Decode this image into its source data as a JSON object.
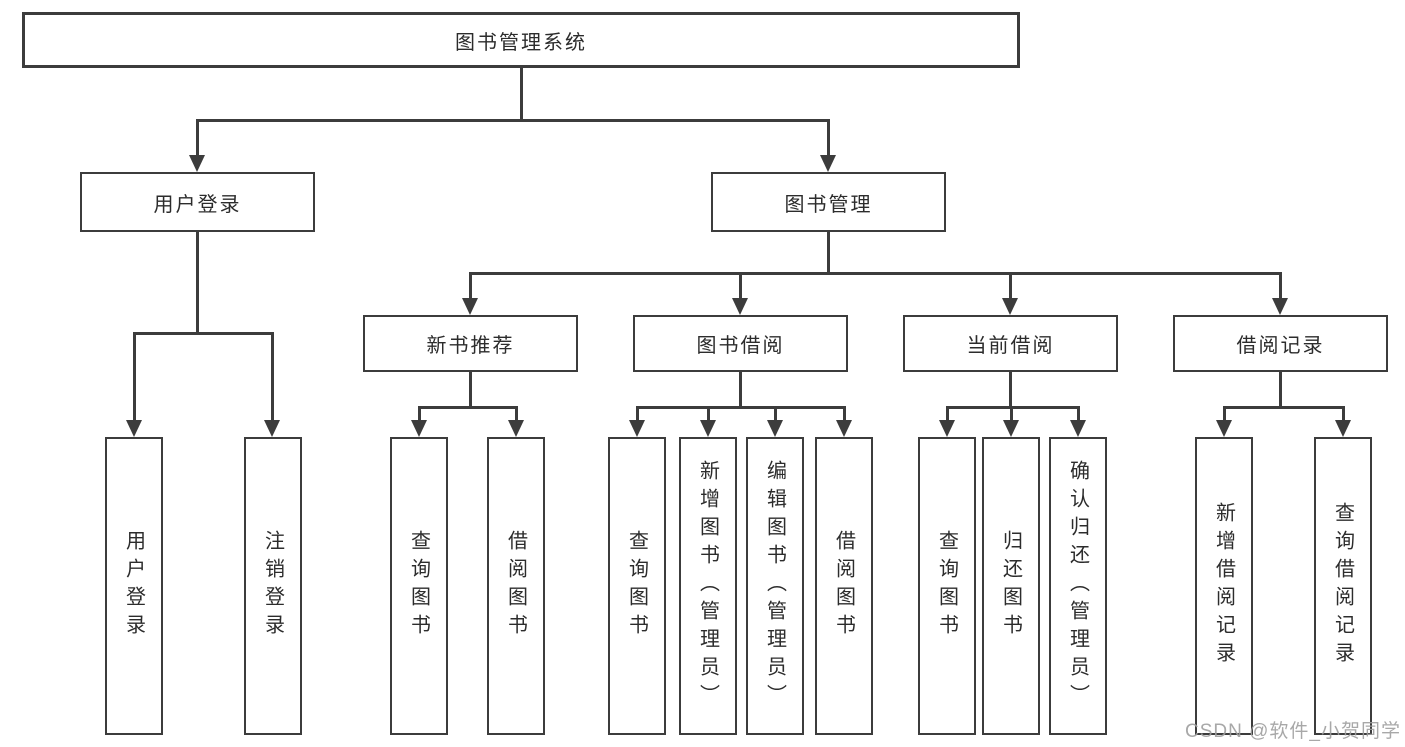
{
  "diagram": {
    "root": {
      "label": "图书管理系统"
    },
    "branches": [
      {
        "label": "用户登录",
        "leaves": [
          {
            "label": "用户登录"
          },
          {
            "label": "注销登录"
          }
        ]
      },
      {
        "label": "图书管理",
        "groups": [
          {
            "label": "新书推荐",
            "leaves": [
              {
                "label": "查询图书"
              },
              {
                "label": "借阅图书"
              }
            ]
          },
          {
            "label": "图书借阅",
            "leaves": [
              {
                "label": "查询图书"
              },
              {
                "label": "新增图书（管理员）"
              },
              {
                "label": "编辑图书（管理员）"
              },
              {
                "label": "借阅图书"
              }
            ]
          },
          {
            "label": "当前借阅",
            "leaves": [
              {
                "label": "查询图书"
              },
              {
                "label": "归还图书"
              },
              {
                "label": "确认归还（管理员）"
              }
            ]
          },
          {
            "label": "借阅记录",
            "leaves": [
              {
                "label": "新增借阅记录"
              },
              {
                "label": "查询借阅记录"
              }
            ]
          }
        ]
      }
    ]
  },
  "watermark": {
    "text": "CSDN @软件_小贺同学"
  },
  "colors": {
    "line": "#3c3c3c",
    "text": "#2c2c2c",
    "background": "#ffffff",
    "watermark": "#9e9e9e"
  }
}
